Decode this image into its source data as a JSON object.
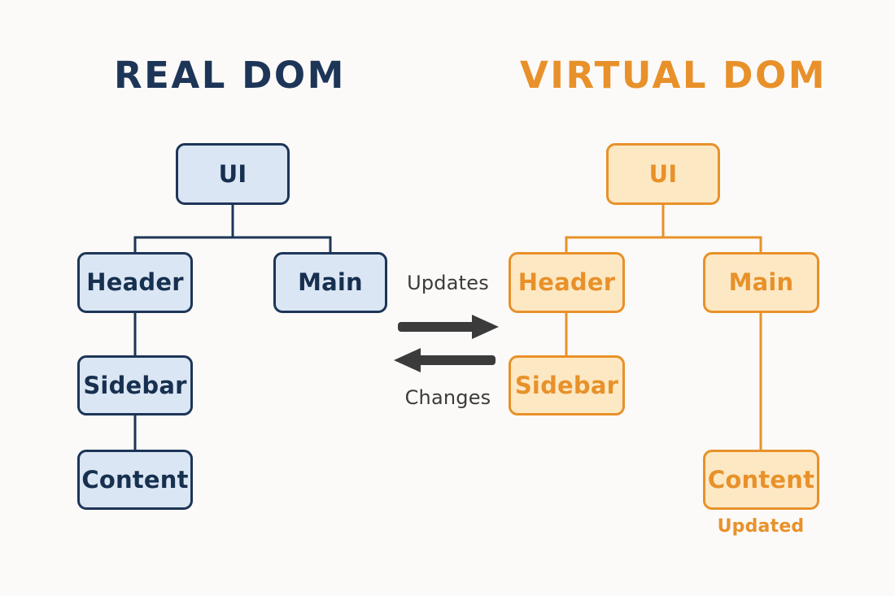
{
  "background_color": "#fbfaf8",
  "palette": {
    "real_dom_title": "#1d3557",
    "real_dom_border": "#1d3557",
    "real_dom_fill": "#dbe6f4",
    "real_dom_text": "#17304f",
    "virtual_dom_title": "#e8912a",
    "virtual_dom_border": "#e8912a",
    "virtual_dom_fill": "#fde8c4",
    "virtual_dom_text": "#e8912a",
    "arrow_color": "#3b3b3b",
    "arrow_label_color": "#3b3b3b"
  },
  "diagram": {
    "type": "comparison-tree-diagram",
    "panels": [
      {
        "id": "real-dom",
        "title": "REAL DOM",
        "nodes": [
          {
            "id": "real-ui",
            "label": "UI",
            "level": 0
          },
          {
            "id": "real-header",
            "label": "Header",
            "level": 1,
            "parent": "real-ui"
          },
          {
            "id": "real-main",
            "label": "Main",
            "level": 1,
            "parent": "real-ui"
          },
          {
            "id": "real-sidebar",
            "label": "Sidebar",
            "level": 2,
            "parent": "real-header"
          },
          {
            "id": "real-content",
            "label": "Content",
            "level": 3,
            "parent": "real-sidebar"
          }
        ]
      },
      {
        "id": "virtual-dom",
        "title": "VIRTUAL DOM",
        "nodes": [
          {
            "id": "virtual-ui",
            "label": "UI",
            "level": 0
          },
          {
            "id": "virtual-header",
            "label": "Header",
            "level": 1,
            "parent": "virtual-ui"
          },
          {
            "id": "virtual-main",
            "label": "Main",
            "level": 1,
            "parent": "virtual-ui"
          },
          {
            "id": "virtual-sidebar",
            "label": "Sidebar",
            "level": 2,
            "parent": "virtual-header"
          },
          {
            "id": "virtual-content",
            "label": "Content",
            "level": 3,
            "parent": "virtual-main",
            "annotation": "Updated"
          }
        ]
      }
    ],
    "connectors": {
      "top_label": "Updates",
      "top_direction": "right",
      "bottom_label": "Changes",
      "bottom_direction": "left",
      "top_icon": "arrow-right-icon",
      "bottom_icon": "arrow-left-icon"
    }
  }
}
